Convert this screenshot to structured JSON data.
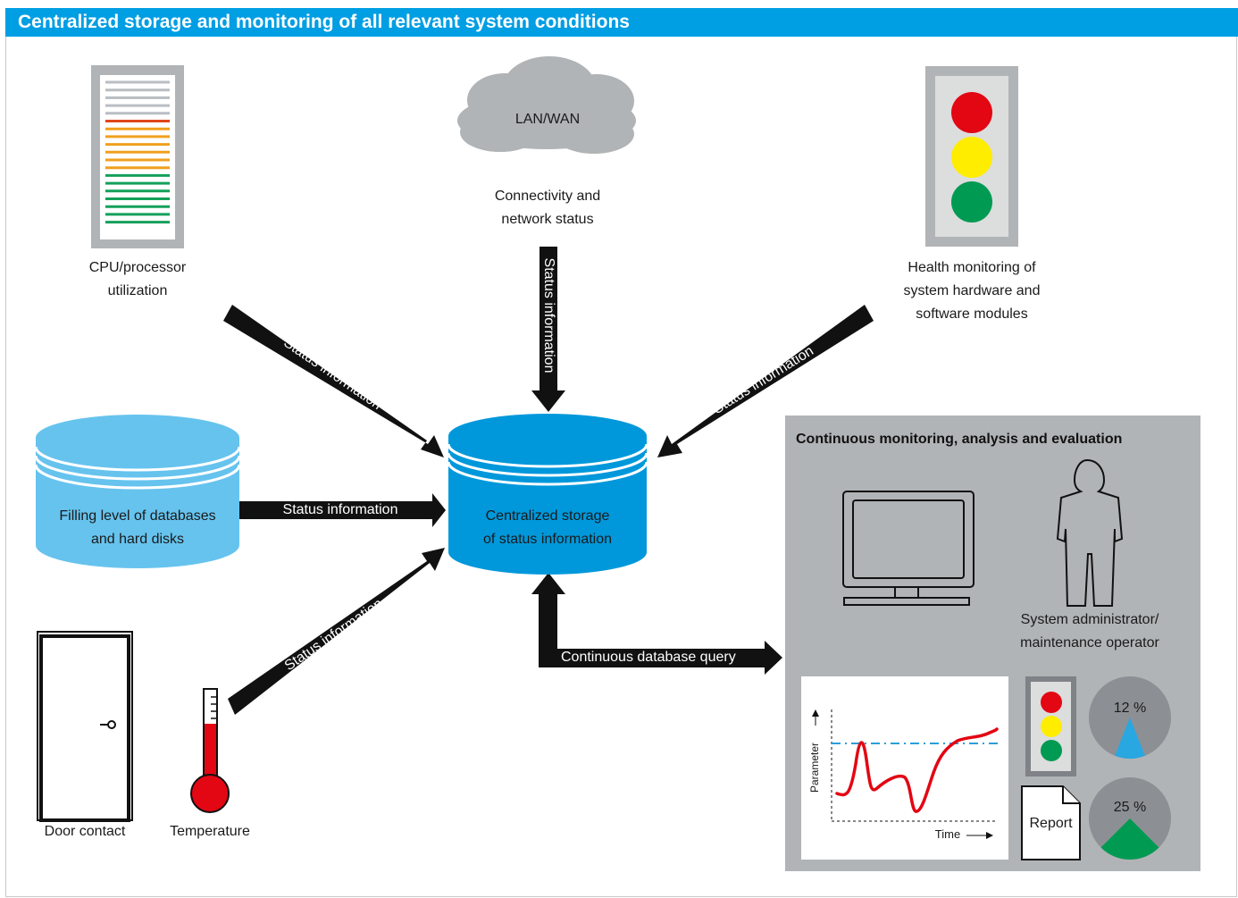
{
  "header": {
    "title": "Centralized storage and monitoring of all relevant system conditions"
  },
  "nodes": {
    "cpu": [
      "CPU/processor",
      "utilization"
    ],
    "network": {
      "cloud_label": "LAN/WAN",
      "caption": [
        "Connectivity and",
        "network status"
      ]
    },
    "health": [
      "Health monitoring of",
      "system hardware and",
      "software modules"
    ],
    "disks": [
      "Filling level of databases",
      "and hard disks"
    ],
    "central": [
      "Centralized storage",
      "of status information"
    ],
    "door": "Door contact",
    "temperature": "Temperature"
  },
  "arrows": {
    "status_label": "Status information",
    "query_label": "Continuous database query"
  },
  "monitoring_panel": {
    "title": "Continuous monitoring, analysis and evaluation",
    "person_caption": [
      "System administrator/",
      "maintenance operator"
    ],
    "chart": {
      "ylabel": "Parameter",
      "xlabel": "Time"
    },
    "pie_top_label": "12 %",
    "pie_bottom_label": "25 %",
    "report_label": "Report"
  },
  "colors": {
    "header_blue": "#009ee3",
    "central_blue": "#0098db",
    "light_blue": "#66c3ee",
    "panel_gray": "#b1b4b6",
    "signal_red": "#e30613",
    "signal_yellow": "#ffed00",
    "signal_green": "#009a52",
    "bar_gray": "#b9bec3",
    "bar_red": "#e0461c",
    "bar_orange": "#f0a01e",
    "bar_green": "#14a05a"
  }
}
